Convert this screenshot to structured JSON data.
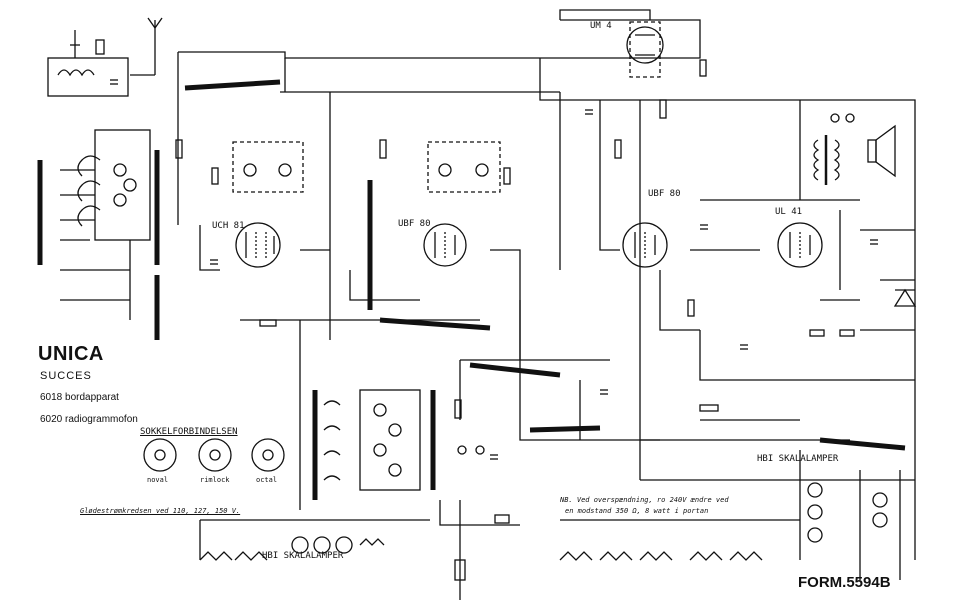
{
  "brand": {
    "name": "UNICA",
    "subtitle": "SUCCES"
  },
  "models": [
    {
      "label": "6018 bordapparat"
    },
    {
      "label": "6020 radiogrammofon"
    }
  ],
  "socket_title": "SOKKELFORBINDELSEN",
  "socket_labels": [
    "noval",
    "rimlock",
    "octal"
  ],
  "tubes": [
    "UCH 81",
    "UBF 80",
    "UBF 80",
    "UL 41",
    "UM 4"
  ],
  "lamps": {
    "title": "HBI SKALALAMPER"
  },
  "form_number": "FORM.5594B",
  "legend_text": "Glødestrømkredsen ved 110, 127, 150 V.",
  "notes": {
    "line1": "NB. Ved overspændning, ro 240V ændre ved",
    "line2": "en modstand 350 Ω, 8 watt i portan"
  },
  "colors": {
    "ink": "#111111",
    "paper": "#ffffff"
  }
}
